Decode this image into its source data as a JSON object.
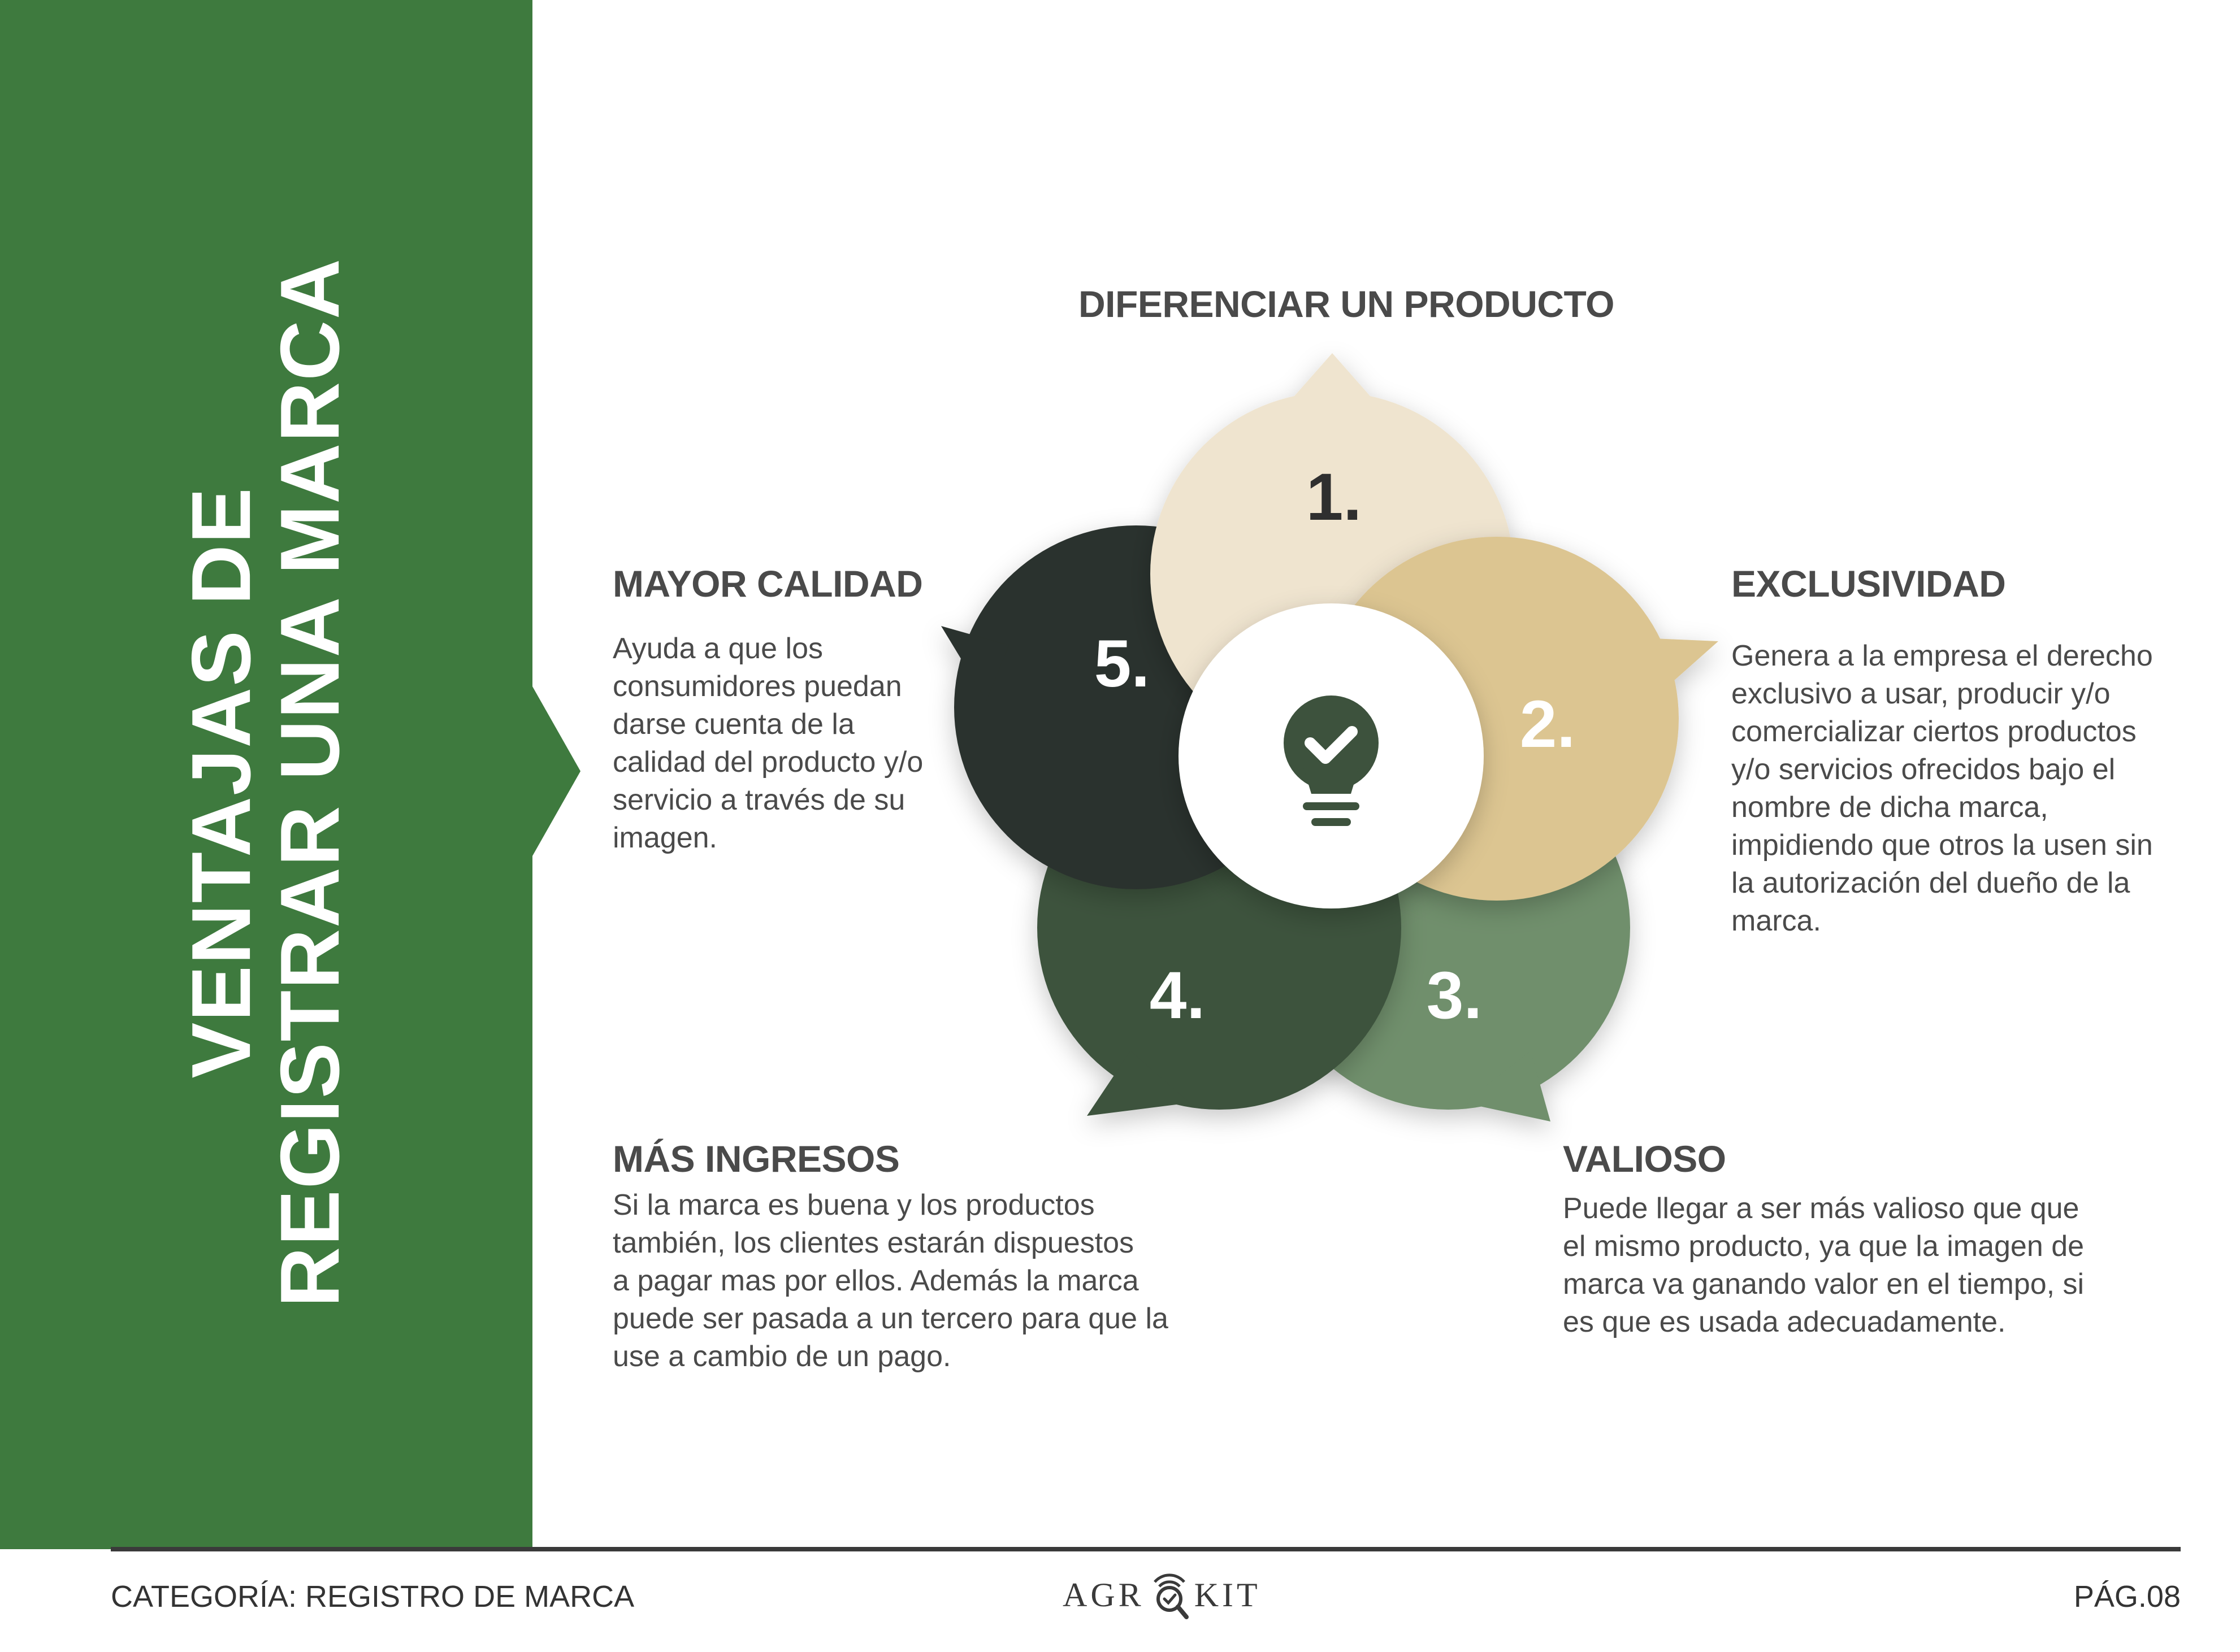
{
  "sidebar": {
    "title_line1": "VENTAJAS DE",
    "title_line2": "REGISTRAR UNA MARCA",
    "color": "#3e7a3e"
  },
  "center_icon": "lightbulb-check-icon",
  "steps": [
    {
      "number": "1.",
      "title": "DIFERENCIAR UN PRODUCTO",
      "text": "",
      "color": "#efe4cf"
    },
    {
      "number": "2.",
      "title": "EXCLUSIVIDAD",
      "text": "Genera a la empresa el derecho\nexclusivo a usar, producir y/o\ncomercializar ciertos productos\ny/o servicios ofrecidos bajo el\nnombre de dicha marca,\nimpidiendo que otros la usen sin\nla autorización del dueño de la\nmarca.",
      "color": "#dcc591"
    },
    {
      "number": "3.",
      "title": "VALIOSO",
      "text": "Puede llegar a ser más valioso que que\nel mismo producto, ya que la imagen de\nmarca va ganando valor en el tiempo, si\nes que es usada adecuadamente.",
      "color": "#6f8f6c"
    },
    {
      "number": "4.",
      "title": "MÁS INGRESOS",
      "text": "Si la marca es buena y los productos\ntambién, los     clientes estarán dispuestos\na pagar mas por ellos. Además la marca\npuede ser pasada a un tercero para que la\nuse a cambio de un pago.",
      "color": "#3d523d"
    },
    {
      "number": "5.",
      "title": "MAYOR CALIDAD",
      "text": "Ayuda a que los\nconsumidores puedan\ndarse cuenta de la\ncalidad del producto y/o\nservicio a través de su\nimagen.",
      "color": "#2c332d"
    }
  ],
  "footer": {
    "category": "CATEGORÍA: REGISTRO DE MARCA",
    "logo_left": "AGR",
    "logo_right": "KIT",
    "logo_icon": "magnifier-check-icon",
    "page": "PÁG.08"
  }
}
